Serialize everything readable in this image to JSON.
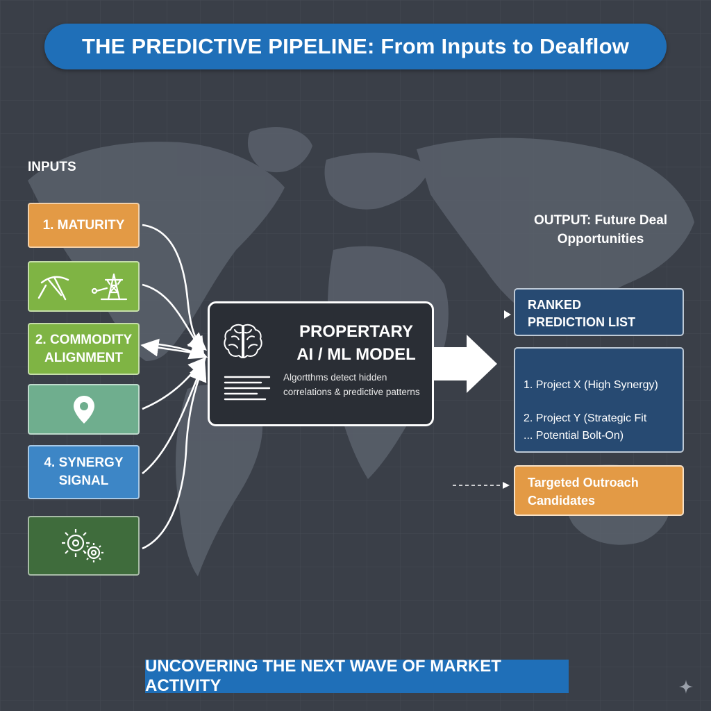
{
  "title": "THE PREDICTIVE PIPELINE: From Inputs to Dealflow",
  "inputs": {
    "heading": "INPUTS",
    "boxes": [
      {
        "label": "1. MATURITY",
        "color": "#e39a45",
        "icon": ""
      },
      {
        "label": "",
        "color": "#7fb444",
        "icon": "mining-pickaxe-icon, power-tower-icon"
      },
      {
        "label": "2. COMMODITY\nALIGNMENT",
        "color": "#7fb444",
        "icon": ""
      },
      {
        "label": "",
        "color": "#6fae8e",
        "icon": "location-pin-icon"
      },
      {
        "label": "4. SYNERGY\nSIGNAL",
        "color": "#3d86c6",
        "icon": ""
      },
      {
        "label": "",
        "color": "#3f6c3c",
        "icon": "gears-icon"
      }
    ]
  },
  "model": {
    "title": "PROPERTARY\nAI / ML MODEL",
    "description": "Algortthms detect hidden\ncorrelations & predictive patterns",
    "icons": [
      "brain-icon",
      "text-lines-icon"
    ]
  },
  "output": {
    "heading": "OUTPUT: Future Deal\nOpportunities",
    "ranked_label": "RANKED\nPREDICTION LIST",
    "list_items": [
      "1.  Project X (High Synergy)",
      "2.  Project Y (Strategic Fit\n...  Potential Bolt-On)"
    ],
    "targeted_label": "Targeted Outroach\nCandidates"
  },
  "banner": "UNCOVERING THE NEXT WAVE OF MARKET ACTIVITY",
  "colors": {
    "background": "#3a3f48",
    "title_blue": "#1f6fb8",
    "orange": "#e39a45",
    "green": "#7fb444",
    "teal": "#6fae8e",
    "blue": "#3d86c6",
    "dark_green": "#3f6c3c",
    "output_navy": "#274a72"
  }
}
